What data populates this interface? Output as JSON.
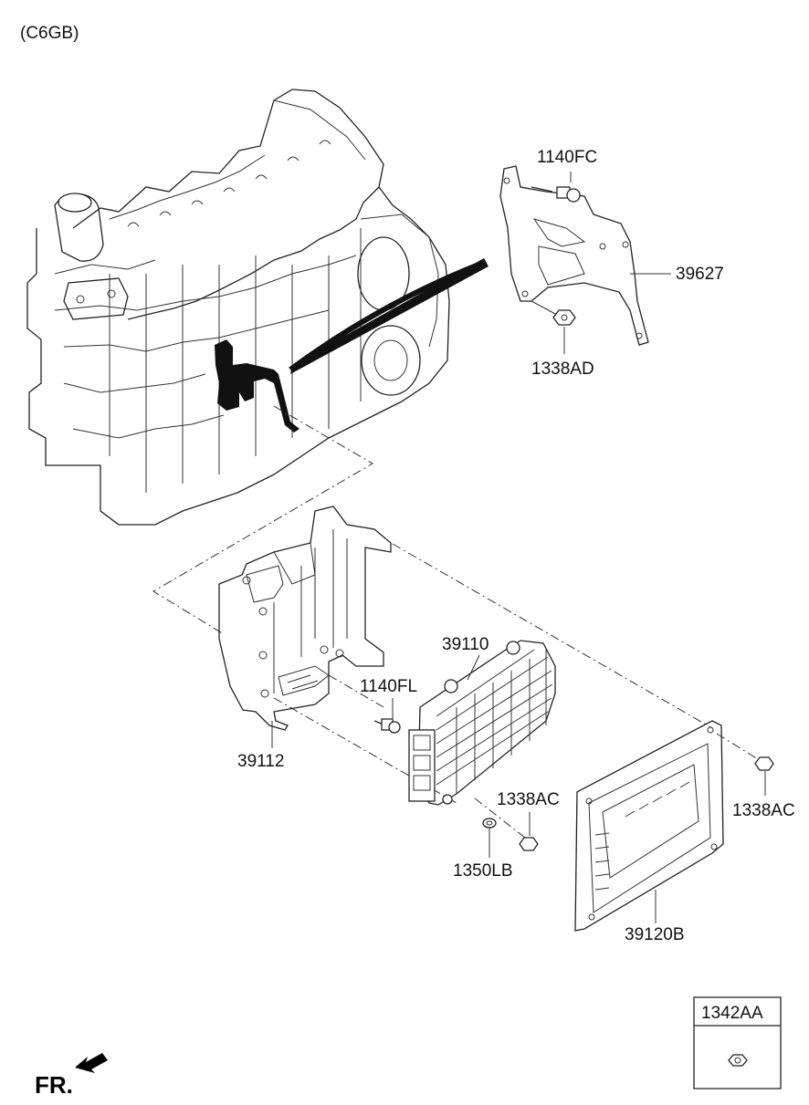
{
  "variant": "(C6GB)",
  "direction": "FR.",
  "parts": [
    {
      "id": "1140FC",
      "label": "1140FC"
    },
    {
      "id": "39627",
      "label": "39627"
    },
    {
      "id": "1338AD",
      "label": "1338AD"
    },
    {
      "id": "39110",
      "label": "39110"
    },
    {
      "id": "1140FL",
      "label": "1140FL"
    },
    {
      "id": "39112",
      "label": "39112"
    },
    {
      "id": "1338AC_a",
      "label": "1338AC"
    },
    {
      "id": "1338AC_b",
      "label": "1338AC"
    },
    {
      "id": "1350LB",
      "label": "1350LB"
    },
    {
      "id": "39120B",
      "label": "39120B"
    }
  ],
  "legend_box": {
    "label": "1342AA",
    "icon": "nut-icon"
  }
}
